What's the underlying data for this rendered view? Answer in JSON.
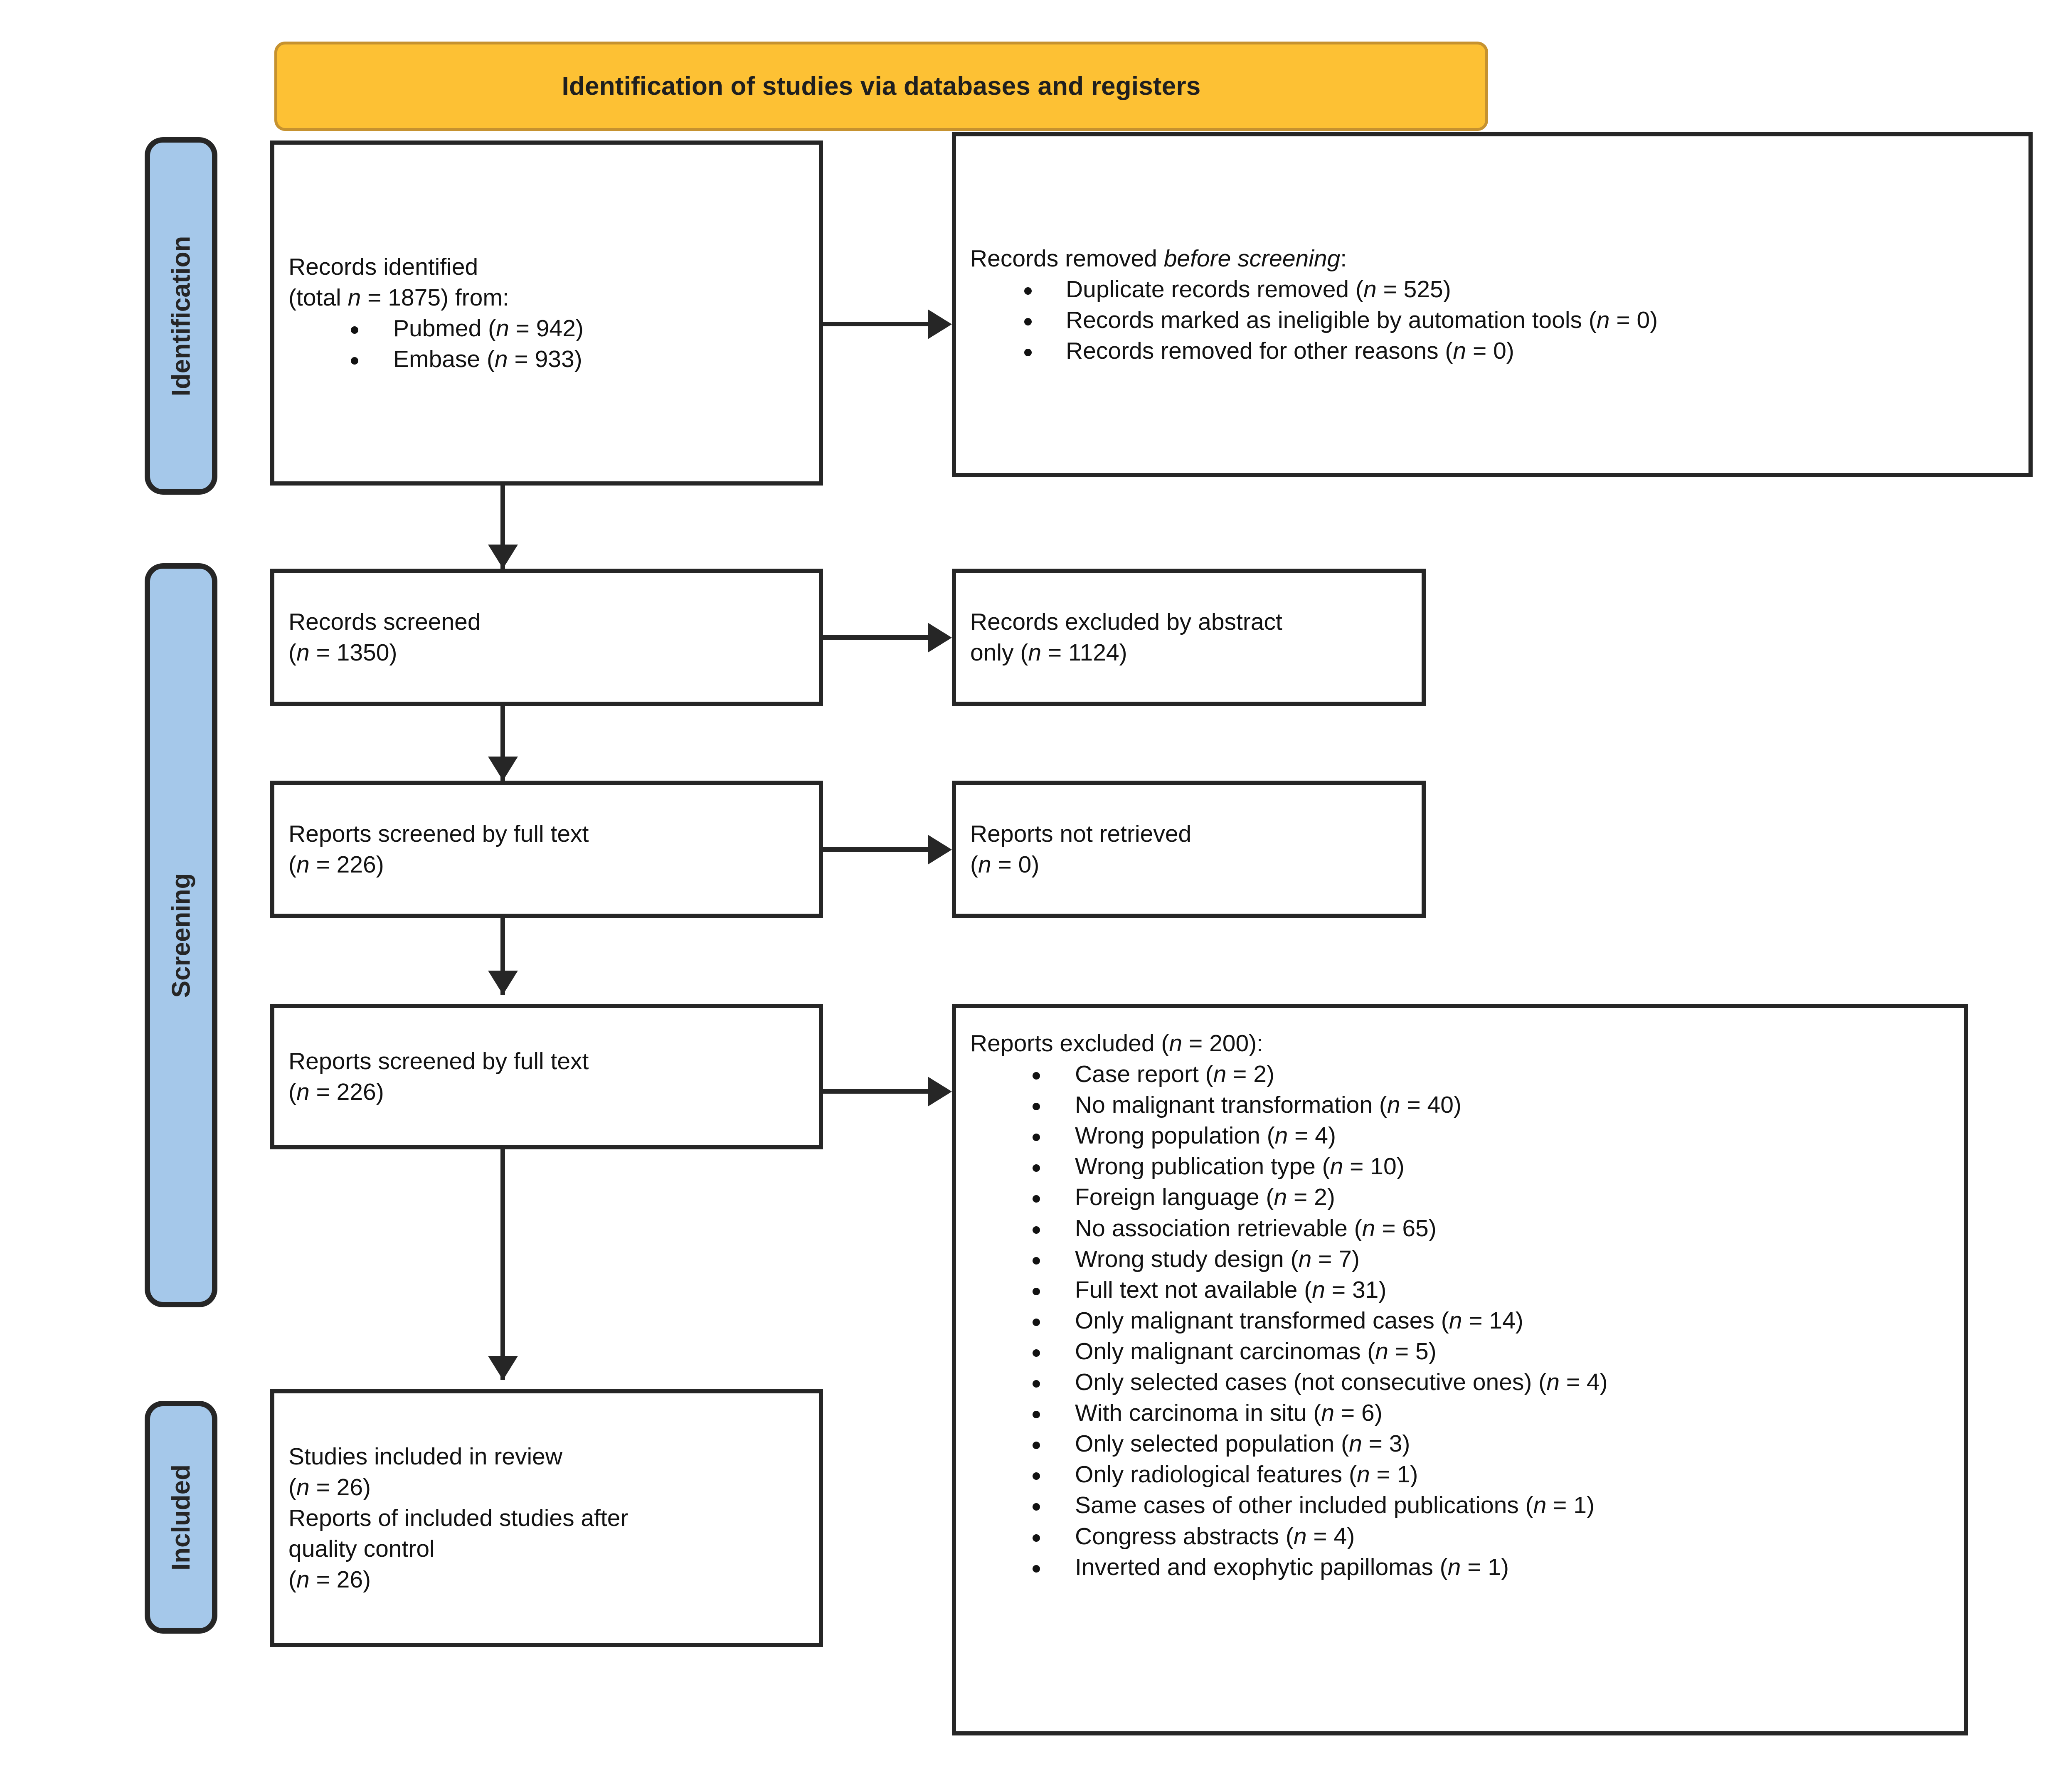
{
  "figure": {
    "type": "prisma-flow-diagram",
    "banner": {
      "title": "Identification of studies via databases and registers",
      "fill_color": "#FDC134",
      "border_color": "#C6922F"
    },
    "stage_fill_color": "#A5C8EA",
    "stage_border_color": "#262626",
    "box_border_color": "#262626"
  },
  "stages": [
    {
      "id": "identification",
      "label": "Identification"
    },
    {
      "id": "screening",
      "label": "Screening"
    },
    {
      "id": "included",
      "label": "Included"
    }
  ],
  "boxes": {
    "records_identified": {
      "lines": [
        "Records identified",
        "(total n = 1875) from:"
      ],
      "line1": "Records identified",
      "line2_pre": "(total ",
      "line2_em": "n",
      "line2_post": " = 1875) from:",
      "bullets": [
        {
          "text_pre": "Pubmed (",
          "em": "n",
          "text_post": " = 942)"
        },
        {
          "text_pre": "Embase (",
          "em": "n",
          "text_post": " = 933)"
        }
      ]
    },
    "records_removed": {
      "heading_pre": "Records removed ",
      "heading_em": "before screening",
      "heading_post": ":",
      "bullets": [
        {
          "text_pre": "Duplicate records removed (",
          "em": "n",
          "text_post": " = 525)"
        },
        {
          "text_pre": "Records marked as ineligible by automation tools (",
          "em": "n",
          "text_post": " = 0)"
        },
        {
          "text_pre": "Records removed for other reasons (",
          "em": "n",
          "text_post": " = 0)"
        }
      ]
    },
    "records_screened": {
      "line1": "Records screened",
      "line2_pre": "(",
      "line2_em": "n",
      "line2_post": " = 1350)"
    },
    "records_excluded_abstract": {
      "line1": "Records excluded by abstract",
      "line2_pre": "only (",
      "line2_em": "n",
      "line2_post": " = 1124)"
    },
    "reports_screened_1": {
      "line1": "Reports screened by full text",
      "line2_pre": "(",
      "line2_em": "n",
      "line2_post": " = 226)"
    },
    "reports_not_retrieved": {
      "line1": "Reports not retrieved",
      "line2_pre": "(",
      "line2_em": "n",
      "line2_post": " = 0)"
    },
    "reports_screened_2": {
      "line1": "Reports screened by full text",
      "line2_pre": "(",
      "line2_em": "n",
      "line2_post": " = 226)"
    },
    "reports_excluded": {
      "heading_pre": "Reports excluded (",
      "heading_em": "n",
      "heading_post": " = 200):",
      "bullets": [
        {
          "text_pre": "Case report (",
          "em": "n",
          "text_post": " = 2)"
        },
        {
          "text_pre": "No malignant transformation (",
          "em": "n",
          "text_post": " = 40)"
        },
        {
          "text_pre": "Wrong population (",
          "em": "n",
          "text_post": " = 4)"
        },
        {
          "text_pre": "Wrong publication type (",
          "em": "n",
          "text_post": " = 10)"
        },
        {
          "text_pre": "Foreign language (",
          "em": "n",
          "text_post": " = 2)"
        },
        {
          "text_pre": "No association retrievable (",
          "em": "n",
          "text_post": " = 65)"
        },
        {
          "text_pre": "Wrong study design (",
          "em": "n",
          "text_post": " = 7)"
        },
        {
          "text_pre": "Full text not available (",
          "em": "n",
          "text_post": " = 31)"
        },
        {
          "text_pre": "Only malignant transformed cases (",
          "em": "n",
          "text_post": " = 14)"
        },
        {
          "text_pre": "Only malignant carcinomas (",
          "em": "n",
          "text_post": " = 5)"
        },
        {
          "text_pre": "Only selected cases (not consecutive ones) (",
          "em": "n",
          "text_post": " = 4)"
        },
        {
          "text_pre": "With carcinoma in situ (",
          "em": "n",
          "text_post": " = 6)"
        },
        {
          "text_pre": "Only selected population (",
          "em": "n",
          "text_post": " = 3)"
        },
        {
          "text_pre": "Only radiological features (",
          "em": "n",
          "text_post": " = 1)"
        },
        {
          "text_pre": "Same cases of other included publications (",
          "em": "n",
          "text_post": " = 1)"
        },
        {
          "text_pre": "Congress abstracts (",
          "em": "n",
          "text_post": " = 4)"
        },
        {
          "text_pre": "Inverted and exophytic papillomas (",
          "em": "n",
          "text_post": " = 1)"
        }
      ]
    },
    "studies_included": {
      "line1": "Studies included in review",
      "line2_pre": "(",
      "line2_em": "n",
      "line2_post": " = 26)",
      "line3": "Reports of included studies after",
      "line4": "quality control",
      "line5_pre": "(",
      "line5_em": "n",
      "line5_post": " = 26)"
    }
  }
}
